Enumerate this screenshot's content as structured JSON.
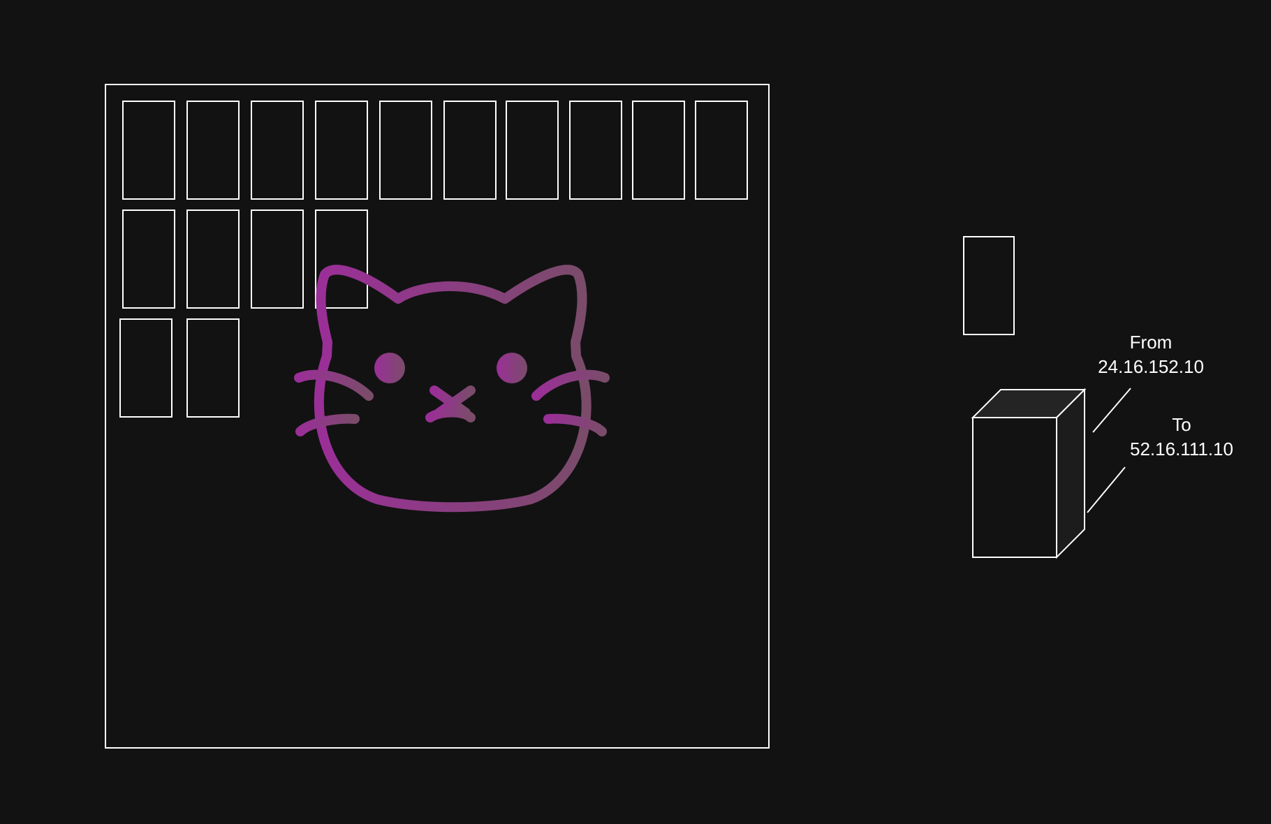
{
  "colors": {
    "background": "#121212",
    "stroke": "#ffffff",
    "cube_shade": "#242424",
    "cat_gradient_start": "#9b2f98",
    "cat_gradient_end": "#7a4c6a"
  },
  "grid": {
    "total_slots": 16
  },
  "cat": {
    "icon": "cat-face-icon"
  },
  "device": {
    "from_label": "From",
    "from_address": "24.16.152.10",
    "to_label": "To",
    "to_address": "52.16.111.10"
  }
}
